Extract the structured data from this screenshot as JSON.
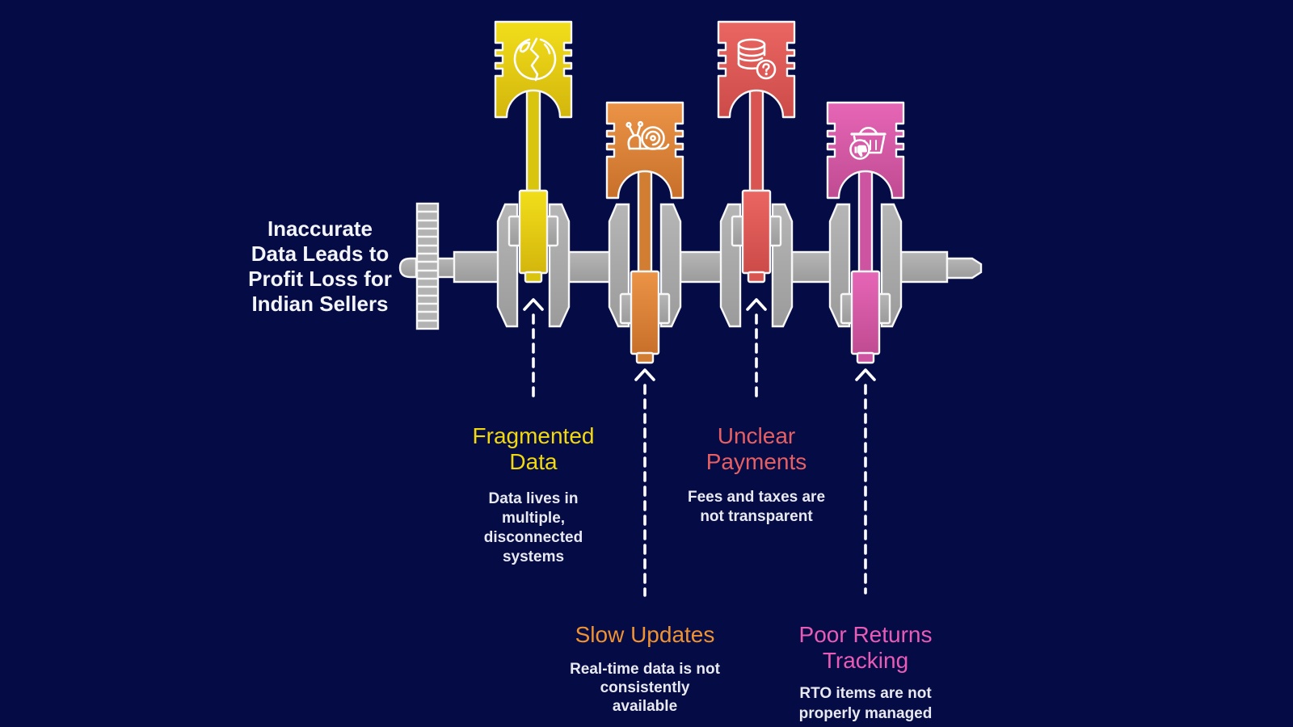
{
  "headline": {
    "text": "Inaccurate\nData Leads to\nProfit Loss for\nIndian Sellers",
    "color": "#f4f5f9"
  },
  "issues": [
    {
      "title": "Fragmented\nData",
      "description": "Data lives in\nmultiple,\ndisconnected\nsystems",
      "color": "#f2d90e",
      "piston_color": "#e8d40f",
      "icon": "fragmented-globe-icon",
      "piston_position": "up"
    },
    {
      "title": "Slow Updates",
      "description": "Real-time data is not\nconsistently\navailable",
      "color": "#ef9232",
      "piston_color": "#df873a",
      "icon": "snail-icon",
      "piston_position": "down"
    },
    {
      "title": "Unclear\nPayments",
      "description": "Fees and taxes are\nnot transparent",
      "color": "#e66063",
      "piston_color": "#e05a58",
      "icon": "database-question-icon",
      "piston_position": "up"
    },
    {
      "title": "Poor Returns\nTracking",
      "description": "RTO items are not\nproperly managed",
      "color": "#e95cb5",
      "piston_color": "#d75aa8",
      "icon": "shopping-basket-return-icon",
      "piston_position": "down"
    }
  ],
  "colors": {
    "background": "#050b45",
    "crankshaft": "#a9a9a9",
    "outline": "#f7f7f7",
    "arrow": "#ffffff",
    "description_text": "#e9e9f0"
  }
}
